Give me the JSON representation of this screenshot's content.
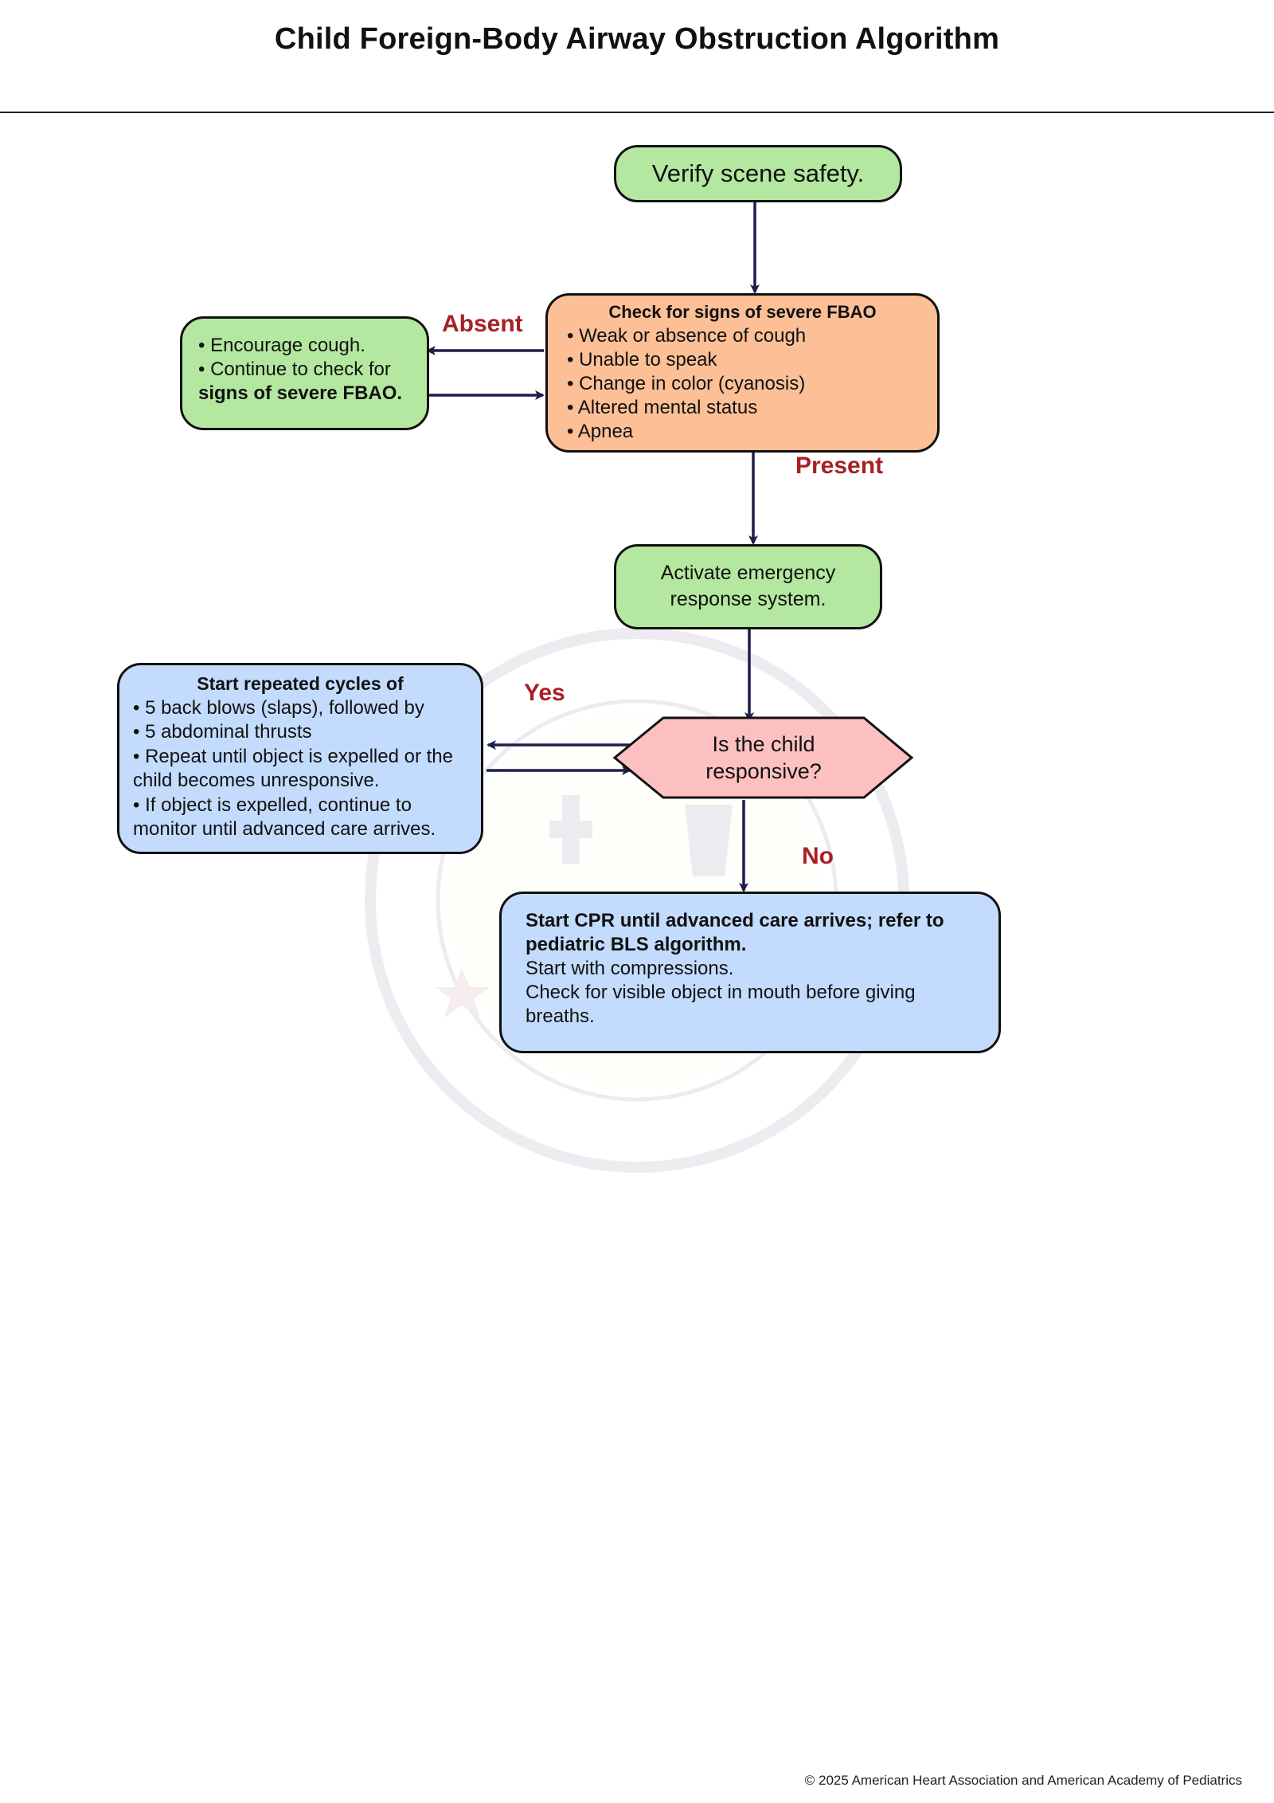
{
  "title": "Child Foreign-Body Airway Obstruction Algorithm",
  "nodes": {
    "scene": {
      "text": "Verify scene safety."
    },
    "check": {
      "heading": "Check for signs of severe FBAO",
      "items": [
        "• Weak or absence of cough",
        "• Unable to speak",
        "• Change in color (cyanosis)",
        "• Altered mental status",
        "• Apnea"
      ]
    },
    "cough": {
      "line1": "• Encourage cough.",
      "line2": "• Continue to check for",
      "line3": "signs of severe FBAO."
    },
    "activate": {
      "line1": "Activate emergency",
      "line2": "response system."
    },
    "responsive": {
      "line1": "Is the child",
      "line2": "responsive?"
    },
    "cycles": {
      "heading": "Start repeated cycles of",
      "lines": [
        "• 5 back blows (slaps), followed by",
        "• 5 abdominal thrusts",
        "• Repeat until object is expelled or the",
        "child becomes unresponsive.",
        "• If object is expelled, continue to",
        "monitor until advanced care arrives."
      ]
    },
    "cpr": {
      "bold1": "Start CPR until advanced care arrives; refer to",
      "bold2": "pediatric BLS algorithm.",
      "lines": [
        "Start with compressions.",
        "Check for visible object in mouth before giving",
        "breaths."
      ]
    }
  },
  "branch_labels": {
    "absent": "Absent",
    "present": "Present",
    "yes": "Yes",
    "no": "No"
  },
  "footer": "© 2025 American Heart Association and American Academy of Pediatrics",
  "colors": {
    "green_fill": "#b4e8a0",
    "orange_fill": "#fdbf96",
    "blue_fill": "#c3dcfd",
    "pink_fill": "#fdc0c0",
    "arrow": "#1c1f4a",
    "branch_label": "#a82025"
  }
}
